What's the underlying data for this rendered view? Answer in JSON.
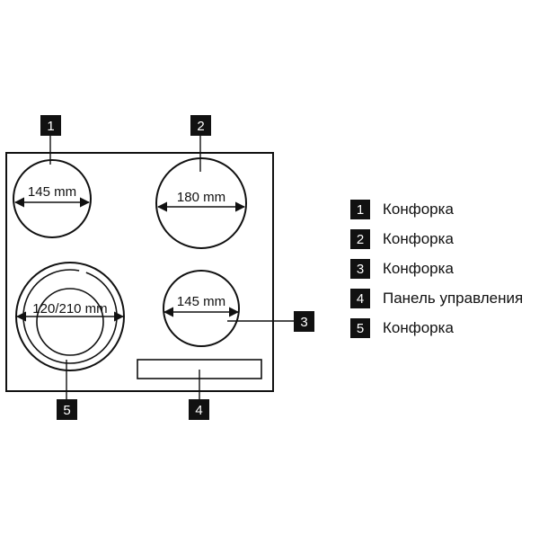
{
  "zones": [
    {
      "id": "1",
      "size_label": "145 mm"
    },
    {
      "id": "2",
      "size_label": "180 mm"
    },
    {
      "id": "3",
      "size_label": "145 mm"
    },
    {
      "id": "5",
      "size_label": "120/210 mm"
    }
  ],
  "callouts": [
    "1",
    "2",
    "3",
    "4",
    "5"
  ],
  "legend": [
    {
      "number": "1",
      "label": "Конфорка"
    },
    {
      "number": "2",
      "label": "Конфорка"
    },
    {
      "number": "3",
      "label": "Конфорка"
    },
    {
      "number": "4",
      "label": "Панель управления"
    },
    {
      "number": "5",
      "label": "Конфорка"
    }
  ],
  "colors": {
    "line": "#111111",
    "badge": "#111111",
    "badge_text": "#ffffff"
  }
}
